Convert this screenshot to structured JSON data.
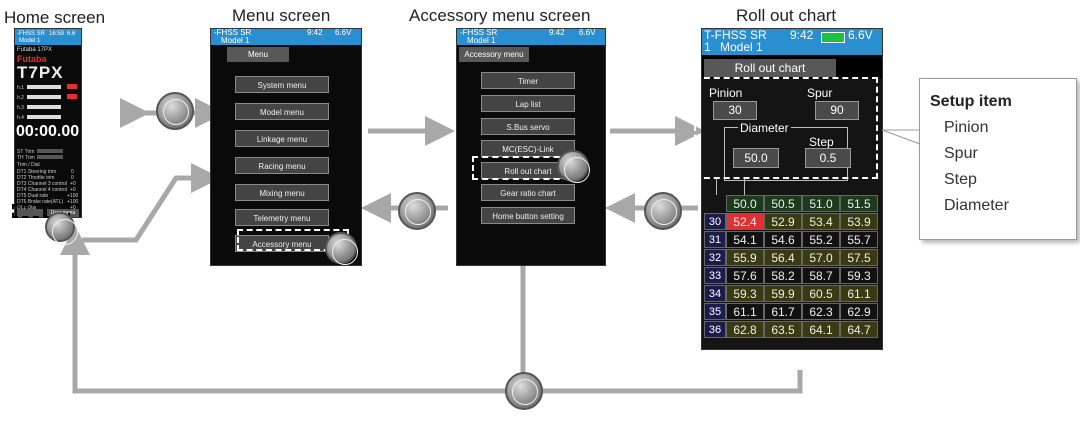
{
  "labels": {
    "home": "Home screen",
    "menu": "Menu screen",
    "accessory": "Accessory menu screen",
    "rollout": "Roll out chart"
  },
  "status": {
    "mode": "T-FHSS SR",
    "time": "9:42",
    "voltage": "6.6V",
    "model": "Model 1",
    "home_time": "16:59",
    "home_volt": "6.6",
    "mode_short": "-FHSS SR",
    "model_short": "Model 1",
    "accessory_model": "Model 1"
  },
  "home": {
    "model_name": "Futaba 17PX",
    "brand": "Futaba",
    "radio": "T7PX",
    "timer": "00:00.00",
    "ch_labels": [
      "h.1",
      "h.2",
      "h.3",
      "h.4"
    ],
    "trims": [
      "ST Trim",
      "TH Trim"
    ],
    "dial_title": "Trim / Dial",
    "dials": [
      [
        "DT1 Steering trim",
        "0"
      ],
      [
        "DT2 Throttle trim",
        "0"
      ],
      [
        "DT3 Channel 3 control",
        "+0"
      ],
      [
        "DT4 Channel 4 control",
        "+0"
      ],
      [
        "DT5 Dual rate",
        "+100"
      ],
      [
        "DT6 Brake rate(ATL)",
        "+100"
      ],
      [
        "DL1 Dial",
        "+0"
      ]
    ],
    "btn_right": "User menu"
  },
  "menu": {
    "title": "Menu",
    "items": [
      "System menu",
      "Model menu",
      "Linkage menu",
      "Racing menu",
      "Mixing menu",
      "Telemetry menu",
      "Accessory menu"
    ]
  },
  "accessory": {
    "title": "Accessory menu",
    "items": [
      "Timer",
      "Lap list",
      "S.Bus servo",
      "MC(ESC)-Link",
      "Roll out chart",
      "Gear ratio chart",
      "Home button setting"
    ]
  },
  "rollout": {
    "title": "Roll out chart",
    "pinion_label": "Pinion",
    "pinion": "30",
    "spur_label": "Spur",
    "spur": "90",
    "diameter_label": "Diameter",
    "diameter": "50.0",
    "step_label": "Step",
    "step": "0.5",
    "header": [
      "50.0",
      "50.5",
      "51.0",
      "51.5"
    ],
    "rows": [
      {
        "label": "30",
        "values": [
          "52.4",
          "52.9",
          "53.4",
          "53.9"
        ]
      },
      {
        "label": "31",
        "values": [
          "54.1",
          "54.6",
          "55.2",
          "55.7"
        ]
      },
      {
        "label": "32",
        "values": [
          "55.9",
          "56.4",
          "57.0",
          "57.5"
        ]
      },
      {
        "label": "33",
        "values": [
          "57.6",
          "58.2",
          "58.7",
          "59.3"
        ]
      },
      {
        "label": "34",
        "values": [
          "59.3",
          "59.9",
          "60.5",
          "61.1"
        ]
      },
      {
        "label": "35",
        "values": [
          "61.1",
          "61.7",
          "62.3",
          "62.9"
        ]
      },
      {
        "label": "36",
        "values": [
          "62.8",
          "63.5",
          "64.1",
          "64.7"
        ]
      }
    ]
  },
  "callout": {
    "title": "Setup item",
    "items": [
      "Pinion",
      "Spur",
      "Step",
      "Diameter"
    ]
  },
  "colors": {
    "blue": "#2a8fd0",
    "red": "#e03030",
    "olive": "#3a3a10",
    "green": "#1c3a1c",
    "arrow": "#a8a8a8"
  },
  "icons": [
    "touch-finger-icon",
    "battery-icon",
    "arrow-icon"
  ]
}
